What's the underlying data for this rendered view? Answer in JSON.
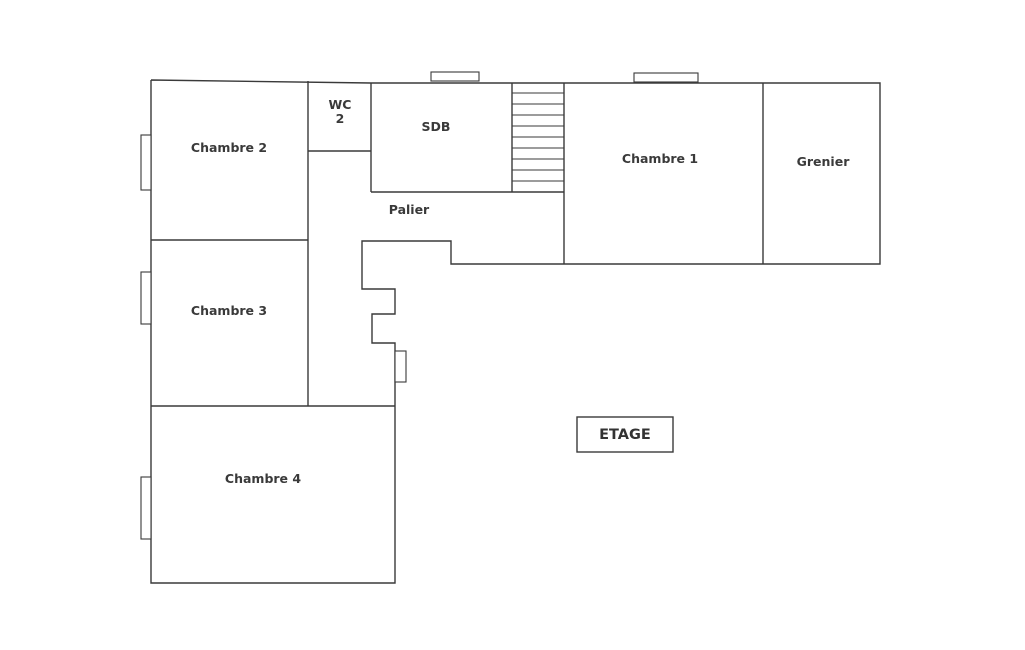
{
  "floor_title": "ETAGE",
  "rooms": {
    "chambre2": "Chambre 2",
    "chambre3": "Chambre 3",
    "chambre4": "Chambre 4",
    "wc_line1": "WC",
    "wc_line2": "2",
    "sdb": "SDB",
    "palier": "Palier",
    "chambre1": "Chambre 1",
    "grenier": "Grenier"
  }
}
